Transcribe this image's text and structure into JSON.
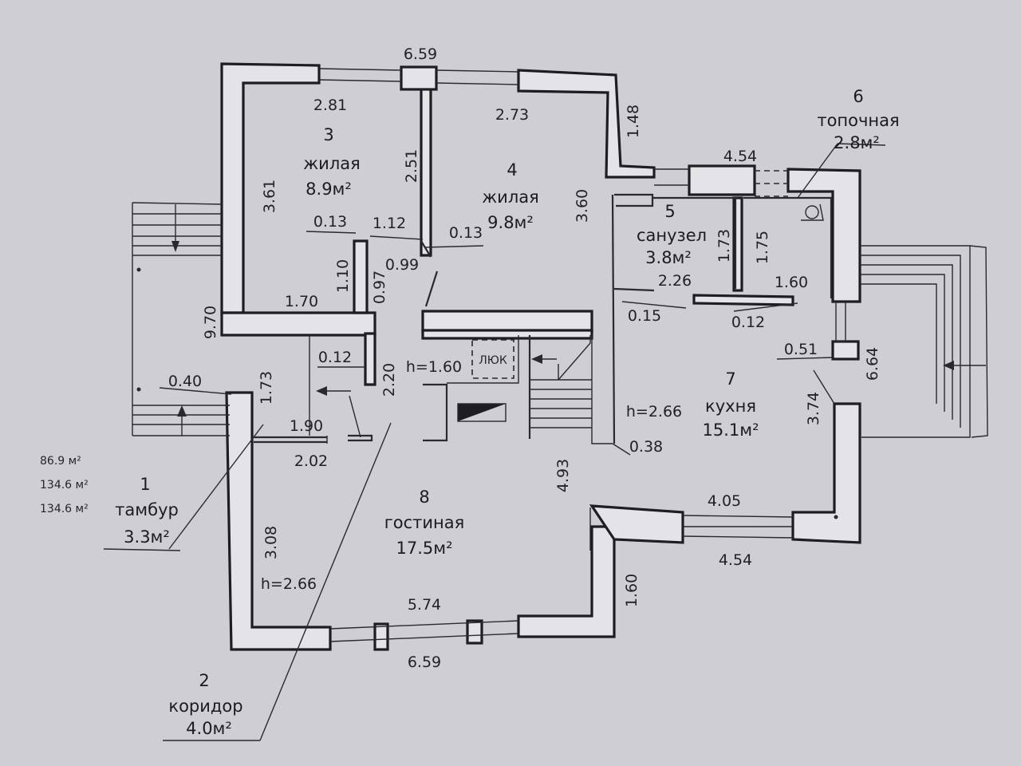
{
  "rooms": {
    "r1": {
      "number": "1",
      "name": "тамбур",
      "area": "3.3м²"
    },
    "r2": {
      "number": "2",
      "name": "коридор",
      "area": "4.0м²"
    },
    "r3": {
      "number": "3",
      "name": "жилая",
      "area": "8.9м²"
    },
    "r4": {
      "number": "4",
      "name": "жилая",
      "area": "9.8м²"
    },
    "r5": {
      "number": "5",
      "name": "санузел",
      "area": "3.8м²"
    },
    "r6": {
      "number": "6",
      "name": "топочная",
      "area": "2.8м²"
    },
    "r7": {
      "number": "7",
      "name": "кухня",
      "area": "15.1м²"
    },
    "r8": {
      "number": "8",
      "name": "гостиная",
      "area": "17.5м²"
    }
  },
  "dims": {
    "top_width": "6.59",
    "r3_width": "2.81",
    "r4_width": "2.73",
    "r3_height": "3.61",
    "partition_len": "2.51",
    "r4_height": "3.60",
    "upper_step": "1.48",
    "service_width": "4.54",
    "bath_h": "1.73",
    "boiler_h": "1.75",
    "bath_w": "2.26",
    "boiler_w": "1.60",
    "gap_015": "0.15",
    "gap_012b": "0.12",
    "pier_051": "0.51",
    "right_side": "6.64",
    "kitchen_side": "3.74",
    "k_width": "4.05",
    "k_outer": "4.54",
    "lower_step": "1.60",
    "bottom_inner": "5.74",
    "bottom_width": "6.59",
    "left_lower": "3.08",
    "left_total": "9.70",
    "wall_013a": "0.13",
    "wall_013b": "0.13",
    "d_112": "1.12",
    "d_099": "0.99",
    "d_110": "1.10",
    "d_097": "0.97",
    "d_170": "1.70",
    "d_012": "0.12",
    "d_220": "2.20",
    "d_040": "0.40",
    "d_173": "1.73",
    "d_190": "1.90",
    "d_202": "2.02",
    "d_493": "4.93",
    "d_038": "0.38",
    "hatch_h": "h=1.60",
    "hatch": "ЛЮК",
    "kitchen_h": "h=2.66",
    "living_h": "h=2.66"
  },
  "areas": {
    "a1": "86.9 м²",
    "a2": "134.6 м²",
    "a3": "134.6 м²"
  },
  "colors": {
    "paper": "#cfcfd3",
    "wall_fill": "#e4e4e8",
    "ink": "#1e1e22"
  }
}
